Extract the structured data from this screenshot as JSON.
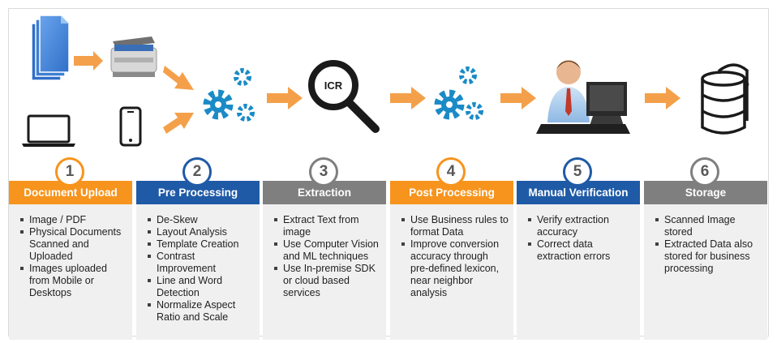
{
  "colors": {
    "orange": "#f7941d",
    "blue": "#1f5aa6",
    "gray": "#7f7f7f",
    "arrow": "#f4a04a",
    "gear": "#1a8bc6",
    "icon_blue": "#3d7fd4",
    "dark": "#1a1a1a"
  },
  "icons": {
    "document": "document-stack-icon",
    "scanner": "scanner-icon",
    "laptop": "laptop-icon",
    "phone": "smartphone-icon",
    "gears": "gears-icon",
    "magnifier": "magnifier-icon",
    "magnifier_label": "ICR",
    "person": "person-at-computer-icon",
    "database": "database-icon"
  },
  "stages": [
    {
      "number": "1",
      "title": "Document Upload",
      "color": "orange",
      "items": [
        "Image / PDF",
        "Physical Documents Scanned and Uploaded",
        "Images uploaded from Mobile or Desktops"
      ]
    },
    {
      "number": "2",
      "title": "Pre Processing",
      "color": "blue",
      "items": [
        "De-Skew",
        "Layout Analysis",
        "Template Creation",
        "Contrast Improvement",
        "Line and Word Detection",
        "Normalize Aspect Ratio and Scale"
      ]
    },
    {
      "number": "3",
      "title": "Extraction",
      "color": "gray",
      "items": [
        "Extract Text from image",
        "Use Computer Vision  and ML techniques",
        "Use In-premise SDK or cloud based services"
      ]
    },
    {
      "number": "4",
      "title": "Post Processing",
      "color": "orange",
      "items": [
        "Use Business rules to format Data",
        "Improve conversion accuracy through pre-defined lexicon, near neighbor analysis"
      ]
    },
    {
      "number": "5",
      "title": "Manual Verification",
      "color": "blue",
      "items": [
        "Verify extraction accuracy",
        "Correct data extraction errors"
      ]
    },
    {
      "number": "6",
      "title": "Storage",
      "color": "gray",
      "items": [
        "Scanned Image stored",
        "Extracted Data also stored for business processing"
      ]
    }
  ]
}
